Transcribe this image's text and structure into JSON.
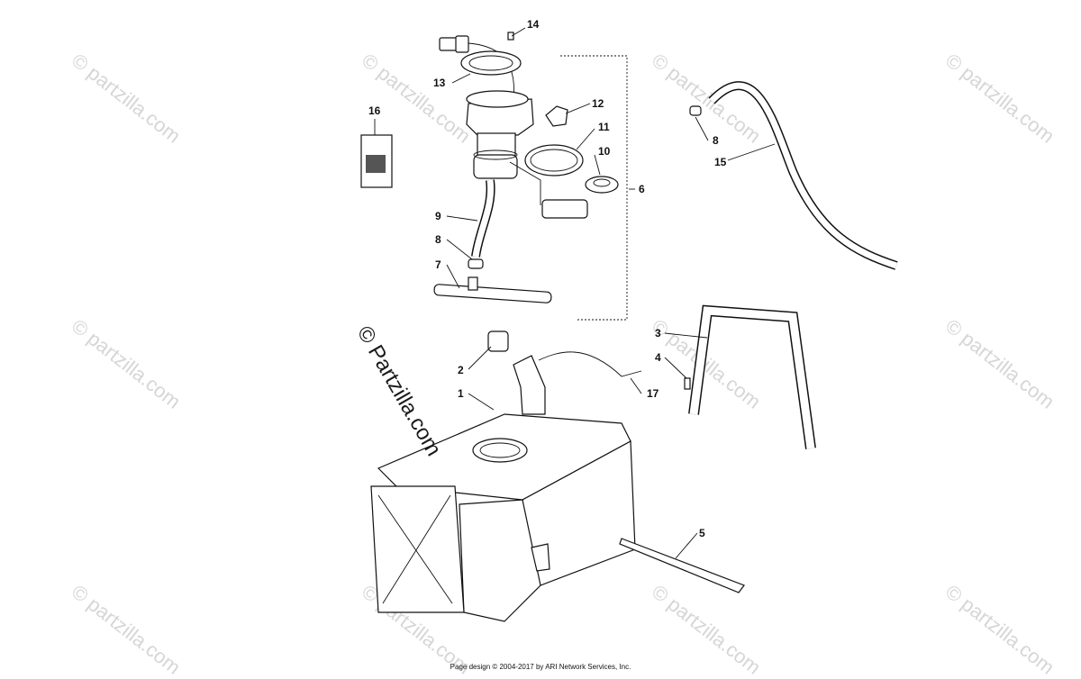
{
  "watermarks": {
    "main": "© Partzilla.com",
    "faint": "© partzilla.com"
  },
  "callouts": [
    {
      "id": "1",
      "label": "1"
    },
    {
      "id": "2",
      "label": "2"
    },
    {
      "id": "3",
      "label": "3"
    },
    {
      "id": "4",
      "label": "4"
    },
    {
      "id": "5",
      "label": "5"
    },
    {
      "id": "6",
      "label": "6"
    },
    {
      "id": "7",
      "label": "7"
    },
    {
      "id": "8a",
      "label": "8"
    },
    {
      "id": "8b",
      "label": "8"
    },
    {
      "id": "9",
      "label": "9"
    },
    {
      "id": "10",
      "label": "10"
    },
    {
      "id": "11",
      "label": "11"
    },
    {
      "id": "12",
      "label": "12"
    },
    {
      "id": "13",
      "label": "13"
    },
    {
      "id": "14",
      "label": "14"
    },
    {
      "id": "15",
      "label": "15"
    },
    {
      "id": "16",
      "label": "16"
    },
    {
      "id": "17",
      "label": "17"
    }
  ],
  "footer": "Page design © 2004-2017 by ARI Network Services, Inc."
}
